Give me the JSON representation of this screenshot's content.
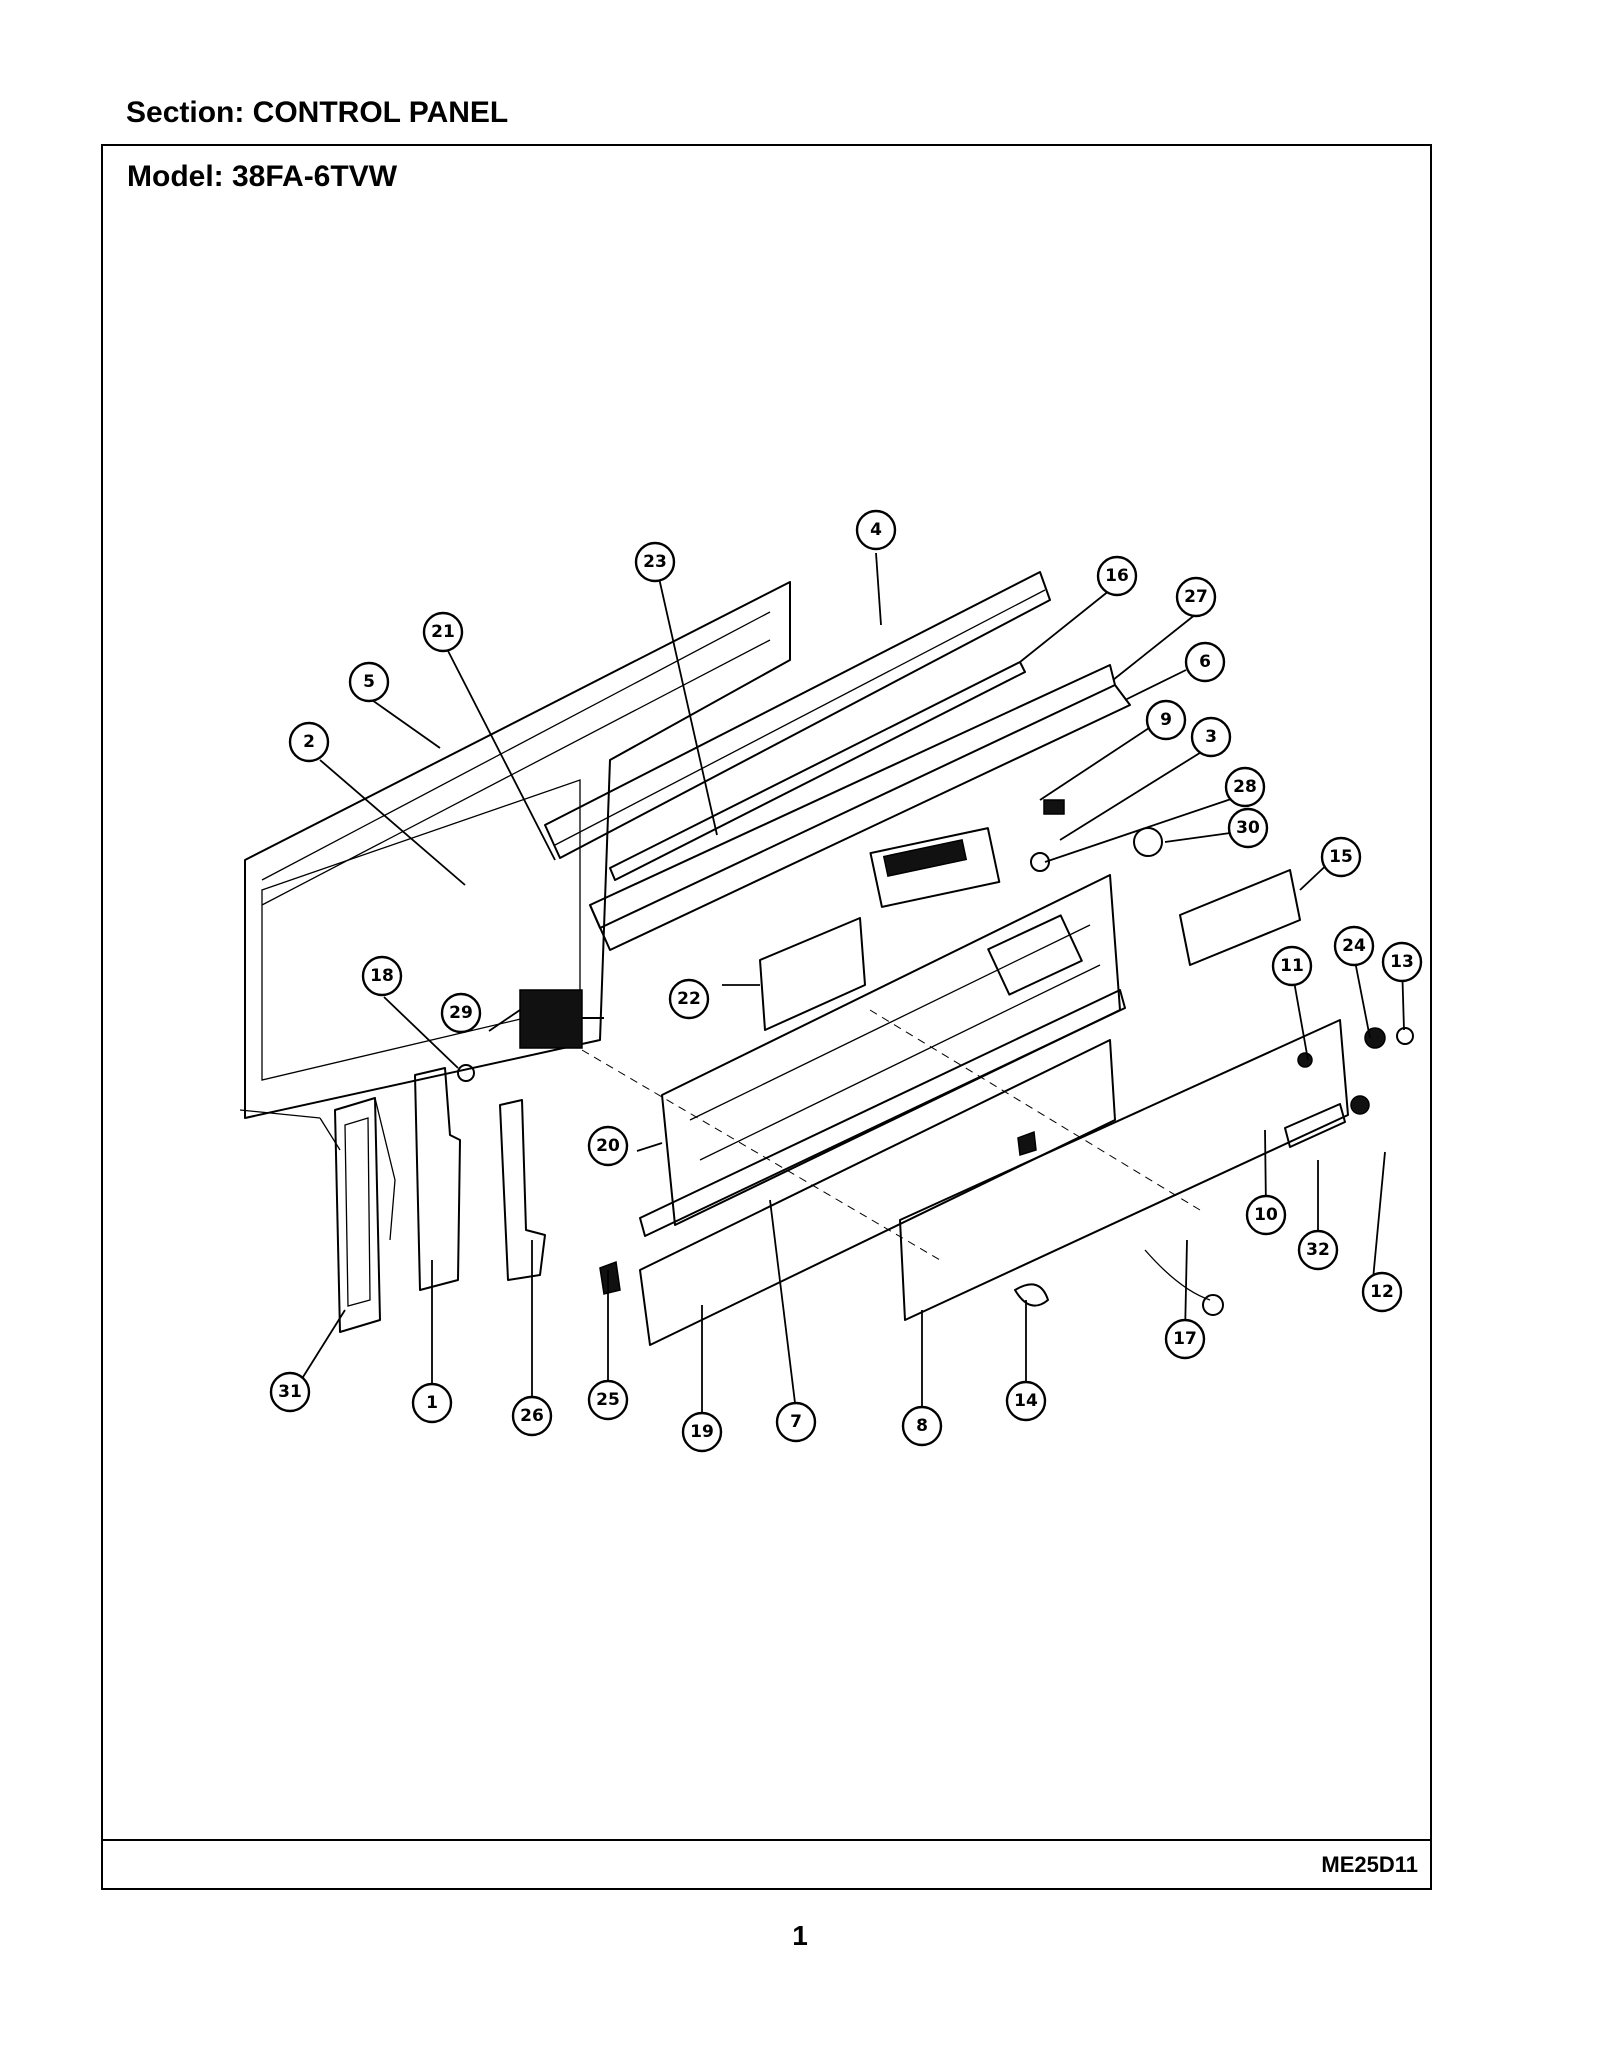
{
  "header": {
    "section_title": "Section:  CONTROL PANEL"
  },
  "frame": {
    "model_title": "Model:  38FA-6TVW"
  },
  "footer": {
    "doc_code": "ME25D11",
    "page_number": "1"
  },
  "callouts": [
    {
      "id": "c1",
      "label": "1"
    },
    {
      "id": "c2",
      "label": "2"
    },
    {
      "id": "c3",
      "label": "3"
    },
    {
      "id": "c4",
      "label": "4"
    },
    {
      "id": "c5",
      "label": "5"
    },
    {
      "id": "c6",
      "label": "6"
    },
    {
      "id": "c7",
      "label": "7"
    },
    {
      "id": "c8",
      "label": "8"
    },
    {
      "id": "c9",
      "label": "9"
    },
    {
      "id": "c10",
      "label": "10"
    },
    {
      "id": "c11",
      "label": "11"
    },
    {
      "id": "c12",
      "label": "12"
    },
    {
      "id": "c13",
      "label": "13"
    },
    {
      "id": "c14",
      "label": "14"
    },
    {
      "id": "c15",
      "label": "15"
    },
    {
      "id": "c16",
      "label": "16"
    },
    {
      "id": "c17",
      "label": "17"
    },
    {
      "id": "c18",
      "label": "18"
    },
    {
      "id": "c19",
      "label": "19"
    },
    {
      "id": "c20",
      "label": "20"
    },
    {
      "id": "c21",
      "label": "21"
    },
    {
      "id": "c22",
      "label": "22"
    },
    {
      "id": "c23",
      "label": "23"
    },
    {
      "id": "c24",
      "label": "24"
    },
    {
      "id": "c25",
      "label": "25"
    },
    {
      "id": "c26",
      "label": "26"
    },
    {
      "id": "c27",
      "label": "27"
    },
    {
      "id": "c28",
      "label": "28"
    },
    {
      "id": "c29",
      "label": "29"
    },
    {
      "id": "c30",
      "label": "30"
    },
    {
      "id": "c31",
      "label": "31"
    },
    {
      "id": "c32",
      "label": "32"
    }
  ]
}
